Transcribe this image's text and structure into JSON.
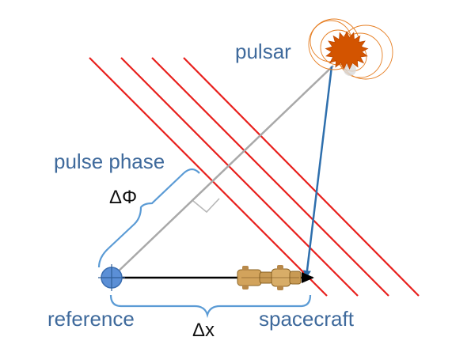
{
  "labels": {
    "pulsar": "pulsar",
    "pulse_phase": "pulse phase",
    "delta_phi": "ΔΦ",
    "reference": "reference",
    "delta_x": "Δx",
    "spacecraft": "spacecraft"
  },
  "colors": {
    "wavefront": "#e8201d",
    "line_of_sight": "#a9a9a9",
    "pulsar_vector": "#2e6fad",
    "displacement": "#000000",
    "brace": "#5b9bd5",
    "pulsar_body": "#d35400",
    "pulsar_rings": "#e67e22",
    "reference_point": "#5b8fd6",
    "spacecraft": "#c89a54"
  },
  "icons": {
    "pulsar": "star-burst-icon",
    "reference": "crosshair-dot-icon",
    "spacecraft": "spacecraft-icon"
  }
}
